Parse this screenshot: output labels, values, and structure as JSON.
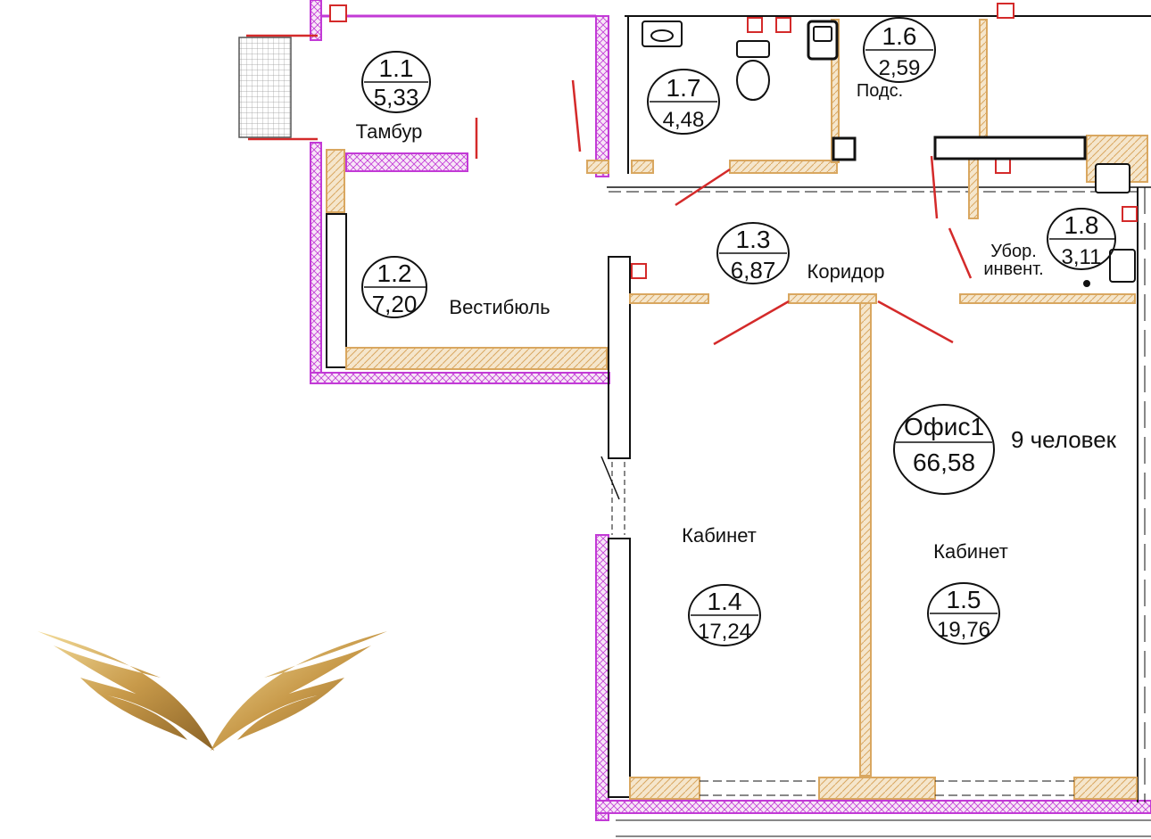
{
  "colors": {
    "wall_magenta": "#c23ad6",
    "wall_fill": "#f7e6f7",
    "partition": "#d9a760",
    "partition_fill": "#f5e6cc",
    "door_red": "#d42a2a",
    "line": "#111111",
    "logo_gold": "#c89a4a"
  },
  "rooms": [
    {
      "id": "1.1",
      "area": "5,33",
      "label": "Тамбур"
    },
    {
      "id": "1.2",
      "area": "7,20",
      "label": "Вестибюль"
    },
    {
      "id": "1.3",
      "area": "6,87",
      "label": "Коридор"
    },
    {
      "id": "1.4",
      "area": "17,24",
      "label": "Кабинет"
    },
    {
      "id": "1.5",
      "area": "19,76",
      "label": "Кабинет"
    },
    {
      "id": "1.6",
      "area": "2,59",
      "label": "Подс."
    },
    {
      "id": "1.7",
      "area": "4,48",
      "label": ""
    },
    {
      "id": "1.8",
      "area": "3,11",
      "label_line1": "Убор.",
      "label_line2": "инвент."
    }
  ],
  "office": {
    "name": "Офис1",
    "area": "66,58",
    "capacity": "9 человек"
  },
  "logo": {
    "icon": "golden-wings-icon"
  }
}
